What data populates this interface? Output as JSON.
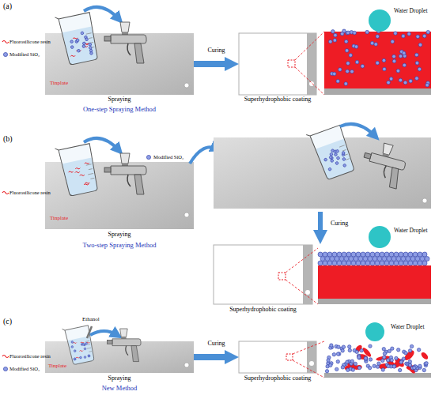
{
  "diagram": {
    "nodes": [
      {
        "text": [
          "Tinplate",
          "Spraying"
        ]
      },
      {
        "text": [
          "Superhydrophobic coating"
        ]
      },
      {
        "text": [
          "Water Droplet"
        ]
      },
      {
        "text": [
          "Tinplate",
          "Spraying"
        ]
      },
      {
        "text": [
          "Superhydrophobic coating"
        ]
      },
      {
        "text": [
          "Water Droplet"
        ]
      },
      {
        "text": [
          "Tinplate",
          "Spraying"
        ]
      },
      {
        "text": [
          "Superhydrophobic coating"
        ]
      },
      {
        "text": [
          "Water Droplet"
        ]
      }
    ],
    "edges": [
      {
        "from": 0,
        "to": 1,
        "label": "Curing",
        "arrow": "to"
      },
      {
        "from": 6,
        "to": 7,
        "label": "Curing",
        "arrow": "to"
      }
    ],
    "labels": [
      "(a)",
      "One-step Spraying Method",
      "(b)",
      "Curing",
      "Two-step Spraying Method",
      "(c)",
      "Ethanol",
      "New Method"
    ],
    "legend": [
      {
        "text": "Fluorosilicone resin"
      },
      {
        "text": "Modified SiO₂"
      },
      {
        "text": "Fluorosilicone resin"
      },
      {
        "text": "Modified SiO₂"
      },
      {
        "text": "Fluorosilicone resin"
      },
      {
        "text": "Modified SiO₂"
      }
    ]
  }
}
